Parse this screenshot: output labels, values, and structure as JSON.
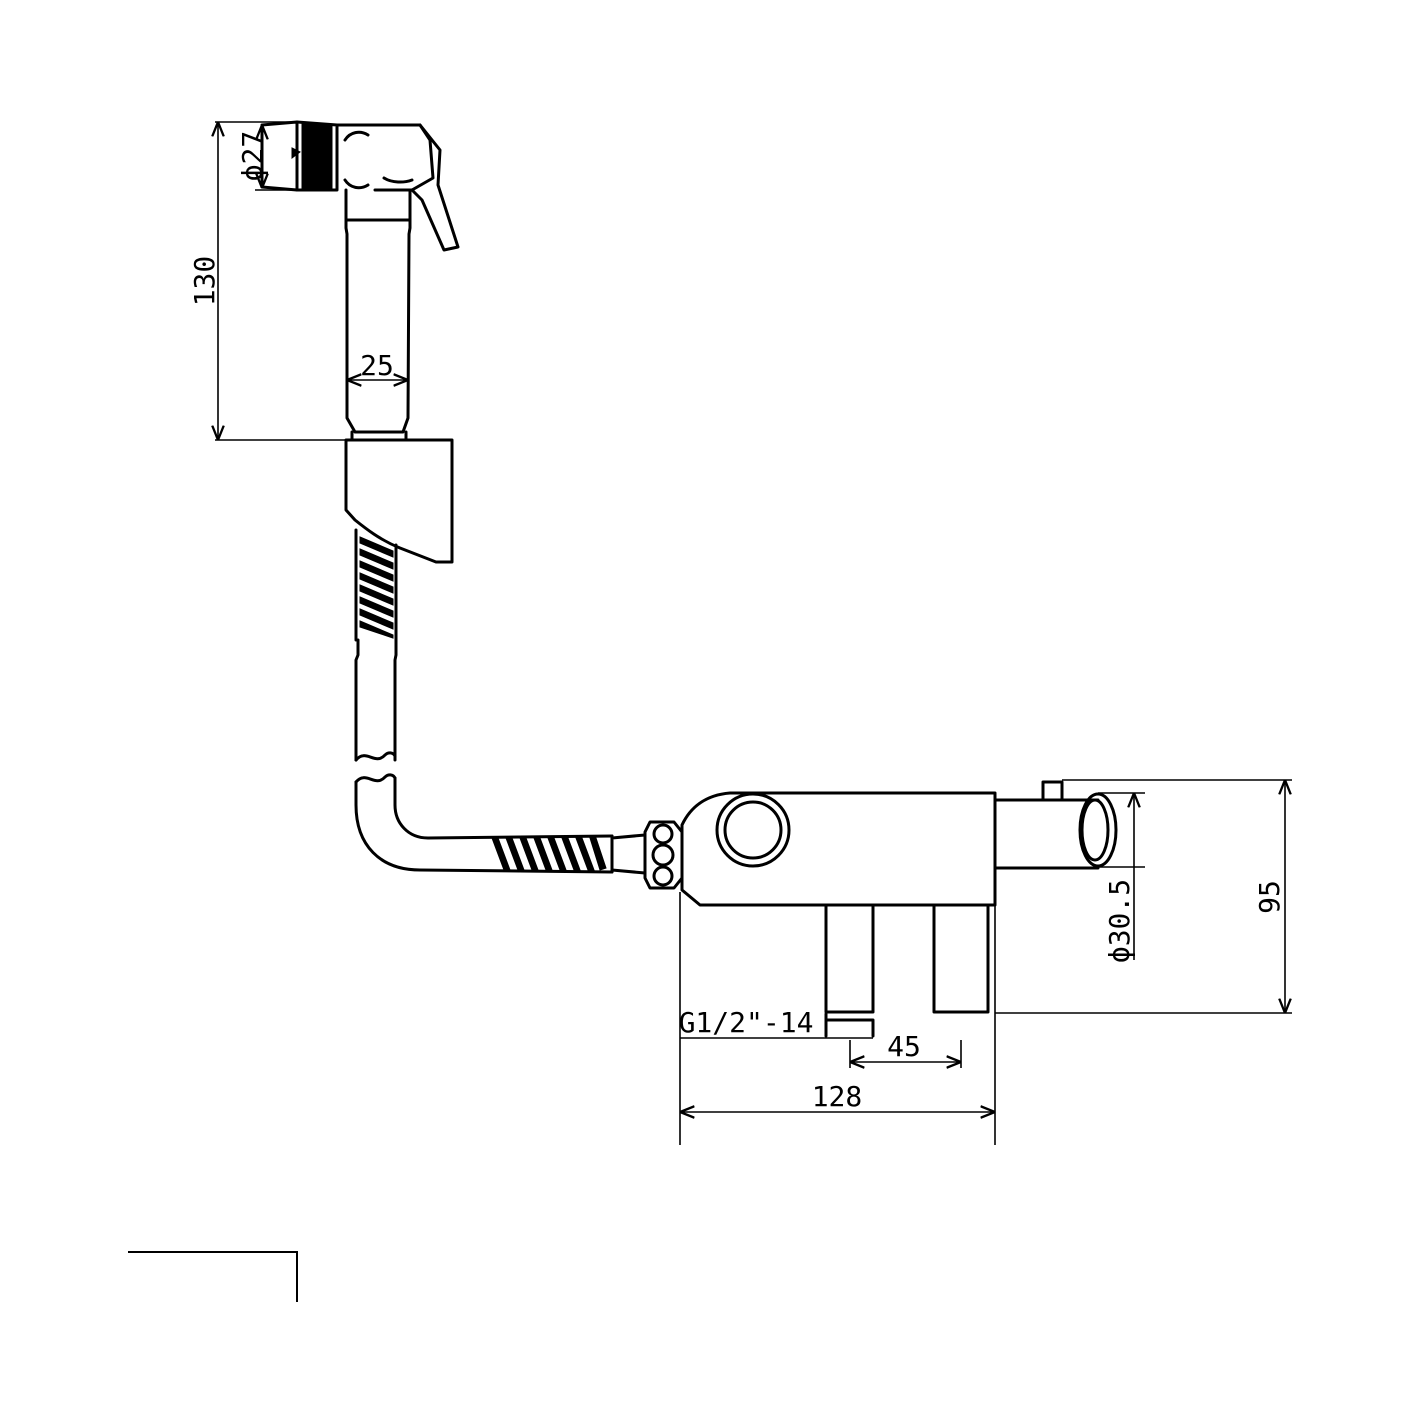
{
  "dimensions": {
    "sprayer_diameter": "ϕ27",
    "sprayer_height": "130",
    "handle_width": "25",
    "valve_thread": "G1/2\"-14",
    "outlet_spacing": "45",
    "valve_width": "128",
    "outlet_diameter": "ϕ30.5",
    "valve_height": "95"
  }
}
